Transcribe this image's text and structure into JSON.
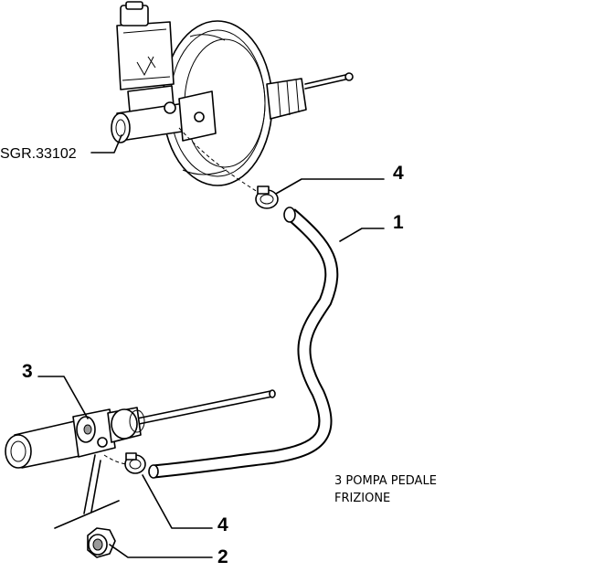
{
  "reference_code": "SGR.33102",
  "callouts": {
    "hose": "1",
    "nut": "2",
    "pump": "3",
    "clamp_top": "4",
    "clamp_bottom": "4"
  },
  "note": {
    "line1": "3 POMPA PEDALE",
    "line2": "FRIZIONE"
  }
}
